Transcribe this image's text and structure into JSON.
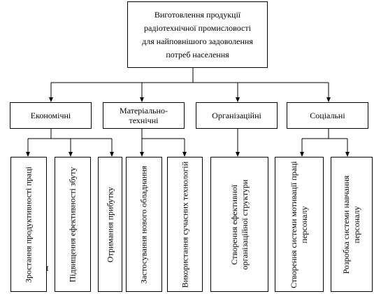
{
  "root": {
    "lines": [
      "Виготовлення продукції",
      "радіотехнічної промисловості",
      "для найповнішого задоволення",
      "потреб населення"
    ]
  },
  "categories": [
    {
      "id": "economic",
      "lines": [
        "Економічні"
      ]
    },
    {
      "id": "material",
      "lines": [
        "Матеріально-",
        "технічні"
      ]
    },
    {
      "id": "organizational",
      "lines": [
        "Організаційні"
      ]
    },
    {
      "id": "social",
      "lines": [
        "Соціальні"
      ]
    }
  ],
  "leaves": [
    {
      "parent": "economic",
      "lines": [
        "Зростання продуктивності праці"
      ]
    },
    {
      "parent": "economic",
      "lines": [
        "Підвищення ефективності збуту"
      ]
    },
    {
      "parent": "economic",
      "lines": [
        "Отримання прибутку"
      ]
    },
    {
      "parent": "material",
      "lines": [
        "Застосування нового обладнання"
      ]
    },
    {
      "parent": "material",
      "lines": [
        "Використання сучасних технологій"
      ]
    },
    {
      "parent": "organizational",
      "lines": [
        "Створення ефективної",
        "організаційної структури"
      ]
    },
    {
      "parent": "social",
      "lines": [
        "Створення системи мотивації праці",
        "персоналу"
      ]
    },
    {
      "parent": "social",
      "lines": [
        "Розробка системи навчання",
        "персоналу"
      ]
    }
  ],
  "stray_mark": "I"
}
